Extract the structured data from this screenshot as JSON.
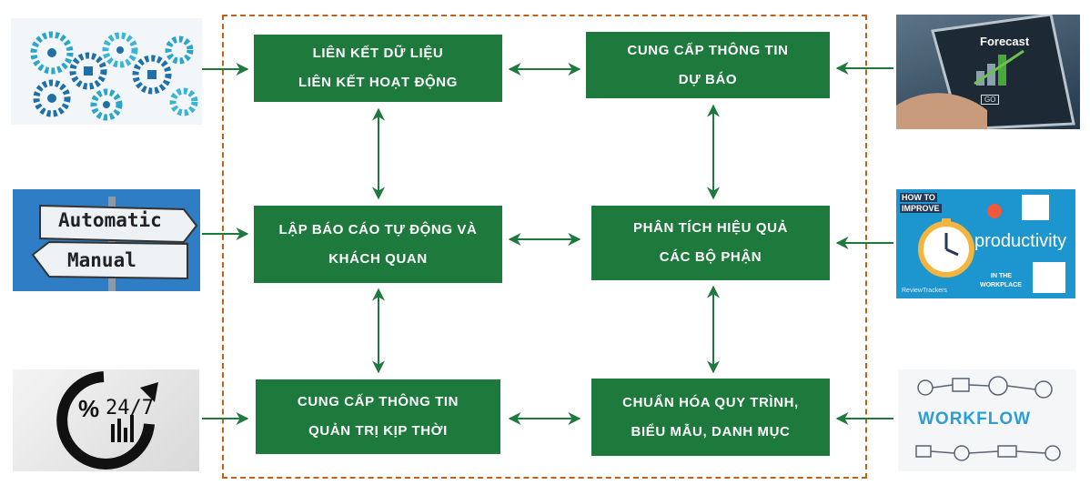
{
  "boxes": {
    "data_link": {
      "line1": "LIÊN KẾT DỮ LIỆU",
      "line2": "LIÊN KẾT HOẠT ĐỘNG"
    },
    "forecast_info": {
      "line1": "CUNG CẤP THÔNG TIN",
      "line2": "DỰ BÁO"
    },
    "auto_report": {
      "line1": "LẬP BÁO CÁO TỰ ĐỘNG VÀ",
      "line2": "KHÁCH QUAN"
    },
    "efficiency": {
      "line1": "PHÂN TÍCH HIỆU QUẢ",
      "line2": "CÁC BỘ PHẬN"
    },
    "mgmt_info": {
      "line1": "CUNG CẤP THÔNG TIN",
      "line2": "QUẢN TRỊ KỊP THỜI"
    },
    "standardize": {
      "line1": "CHUẨN HÓA QUY TRÌNH,",
      "line2": "BIỂU MẪU, DANH MỤC"
    }
  },
  "images": {
    "forecast": {
      "label": "Forecast",
      "button": "GO"
    },
    "sign": {
      "top": "Automatic",
      "bottom": "Manual"
    },
    "clock": {
      "percent": "%",
      "text": "24/7"
    },
    "productivity": {
      "how": "HOW TO",
      "improve": "IMPROVE",
      "word": "productivity",
      "in_the": "IN THE",
      "workplace": "WORKPLACE",
      "brand": "ReviewTrackers"
    },
    "workflow": {
      "word": "WORKFLOW"
    }
  },
  "colors": {
    "box": "#1e7a3c",
    "arrow": "#1e7a3c",
    "frame": "#c0611a"
  }
}
